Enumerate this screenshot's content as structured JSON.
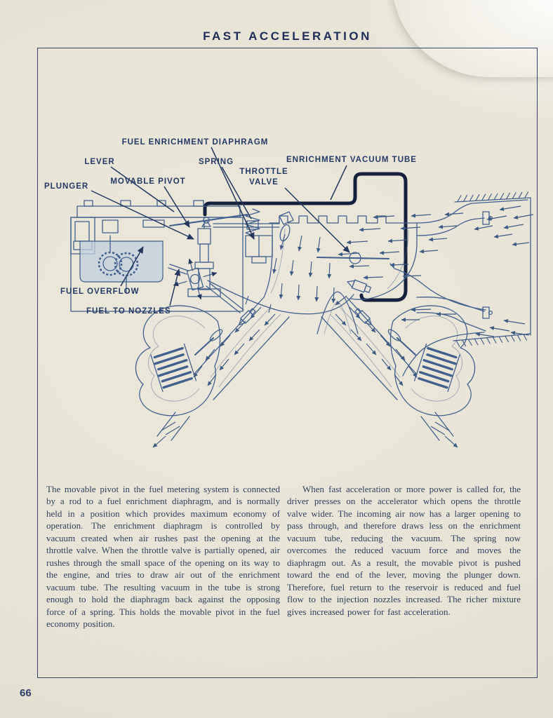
{
  "page": {
    "title": "FAST ACCELERATION",
    "page_number": "66"
  },
  "colors": {
    "paper": "#e9e5d8",
    "ink": "#233760",
    "diagram_line": "#41608f",
    "vacuum_tube": "#16213e",
    "fuel_shade": "#bfcfdf"
  },
  "diagram": {
    "labels": {
      "fuel_enrichment_diaphragm": "FUEL ENRICHMENT DIAPHRAGM",
      "lever": "LEVER",
      "spring": "SPRING",
      "enrichment_vacuum_tube": "ENRICHMENT VACUUM TUBE",
      "plunger": "PLUNGER",
      "movable_pivot": "MOVABLE PIVOT",
      "throttle_valve_line1": "THROTTLE",
      "throttle_valve_line2": "VALVE",
      "fuel_overflow": "FUEL OVERFLOW",
      "fuel_to_nozzles": "FUEL TO NOZZLES"
    }
  },
  "body": {
    "left_column": "The movable pivot in the fuel metering system is connected by a rod to a fuel enrichment diaphragm, and is normally held in a position which provides maximum economy of operation.  The enrichment diaphragm is controlled by vacuum created when air rushes past the opening at the throttle valve.  When the throttle valve is partially opened, air rushes through the small space of the opening on its way to the engine, and tries to draw air out of the enrichment vacuum tube.  The resulting vacuum in the tube is strong enough to hold the diaphragm back against the opposing force of a spring.  This holds the movable pivot in the fuel economy position.",
    "right_column": "When fast acceleration or more power is called for, the driver presses on the accelerator which opens the throttle valve wider.  The incoming air now has a larger opening to pass through, and therefore draws less on the enrichment vacuum tube, reducing the vacuum.  The spring now overcomes the reduced vacuum force and moves the diaphragm out.  As a result, the movable pivot is pushed toward the end of the lever, moving the plunger down.  Therefore, fuel return to the reservoir is reduced and fuel flow to the injection nozzles increased.  The richer mixture gives increased power for fast acceleration."
  }
}
